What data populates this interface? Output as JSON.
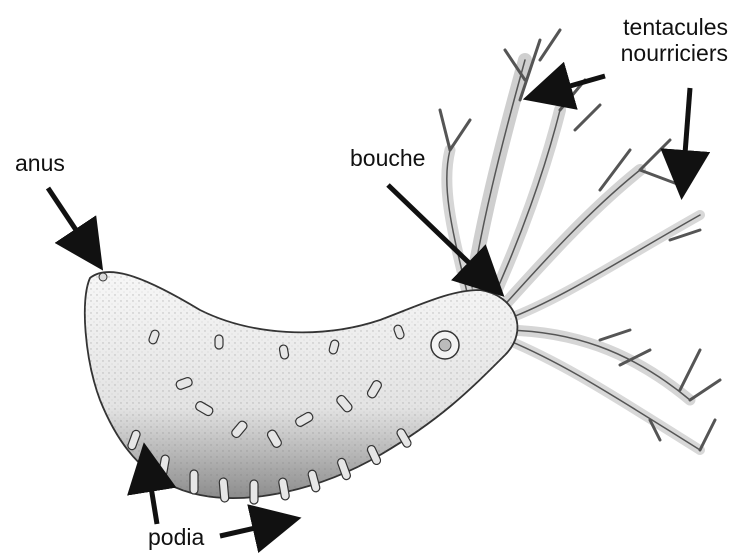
{
  "labels": {
    "anus": "anus",
    "bouche": "bouche",
    "tentacules_line1": "tentacules",
    "tentacules_line2": "nourriciers",
    "podia": "podia"
  },
  "colors": {
    "background": "#ffffff",
    "ink": "#111111",
    "body_fill": "#eeeeee",
    "body_shade": "#9a9a9a"
  }
}
